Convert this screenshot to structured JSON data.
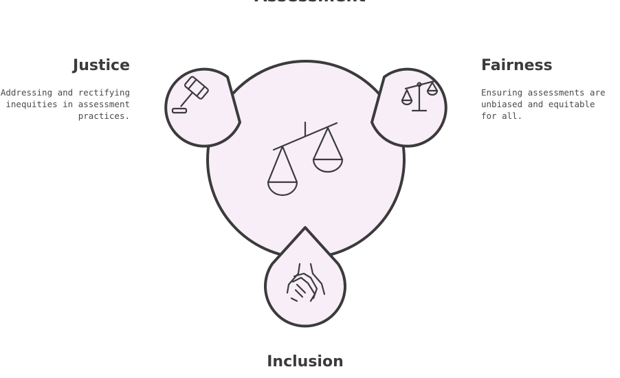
{
  "title": "Assessment",
  "colors": {
    "stroke": "#3b3b3b",
    "fill": "#f7eef7",
    "text": "#3b3b3b"
  },
  "nodes": [
    {
      "id": "justice",
      "heading": "Justice",
      "description": "Addressing and rectifying inequities in assessment practices.",
      "icon": "gavel-icon"
    },
    {
      "id": "fairness",
      "heading": "Fairness",
      "description": "Ensuring assessments are unbiased and equitable for all.",
      "icon": "scales-icon"
    },
    {
      "id": "inclusion",
      "heading": "Inclusion",
      "description": "",
      "icon": "hands-icon"
    }
  ],
  "center": {
    "icon": "tilted-scales-icon"
  }
}
